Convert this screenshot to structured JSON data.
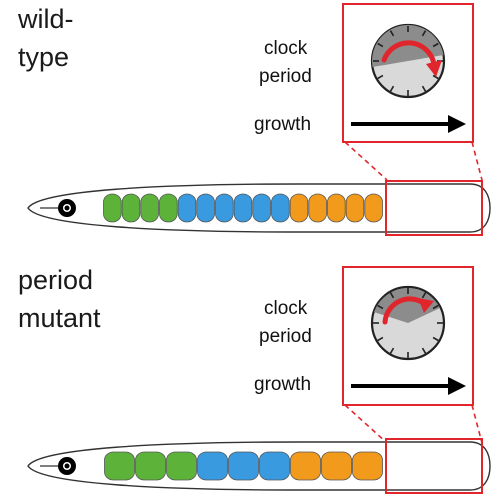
{
  "wild_type": {
    "title_line1": "wild-",
    "title_line2": "type",
    "clock_label_line1": "clock",
    "clock_label_line2": "period",
    "growth_label": "growth"
  },
  "period_mutant": {
    "title_line1": "period",
    "title_line2": "mutant",
    "clock_label_line1": "clock",
    "clock_label_line2": "period",
    "growth_label": "growth"
  },
  "colors": {
    "highlight_red": "#e0262c",
    "somite_green": "#5db33a",
    "somite_blue": "#3a9ae0",
    "somite_orange": "#f29a1c",
    "clock_dark_sector": "#8c8c8c",
    "clock_light": "#d9d9d9"
  },
  "somite_groups": {
    "wild_type": [
      "green",
      "green",
      "green",
      "green",
      "blue",
      "blue",
      "blue",
      "blue",
      "blue",
      "blue",
      "orange",
      "orange",
      "orange",
      "orange",
      "orange"
    ],
    "period_mutant": [
      "green",
      "green",
      "green",
      "blue",
      "blue",
      "blue",
      "orange",
      "orange",
      "orange"
    ]
  }
}
